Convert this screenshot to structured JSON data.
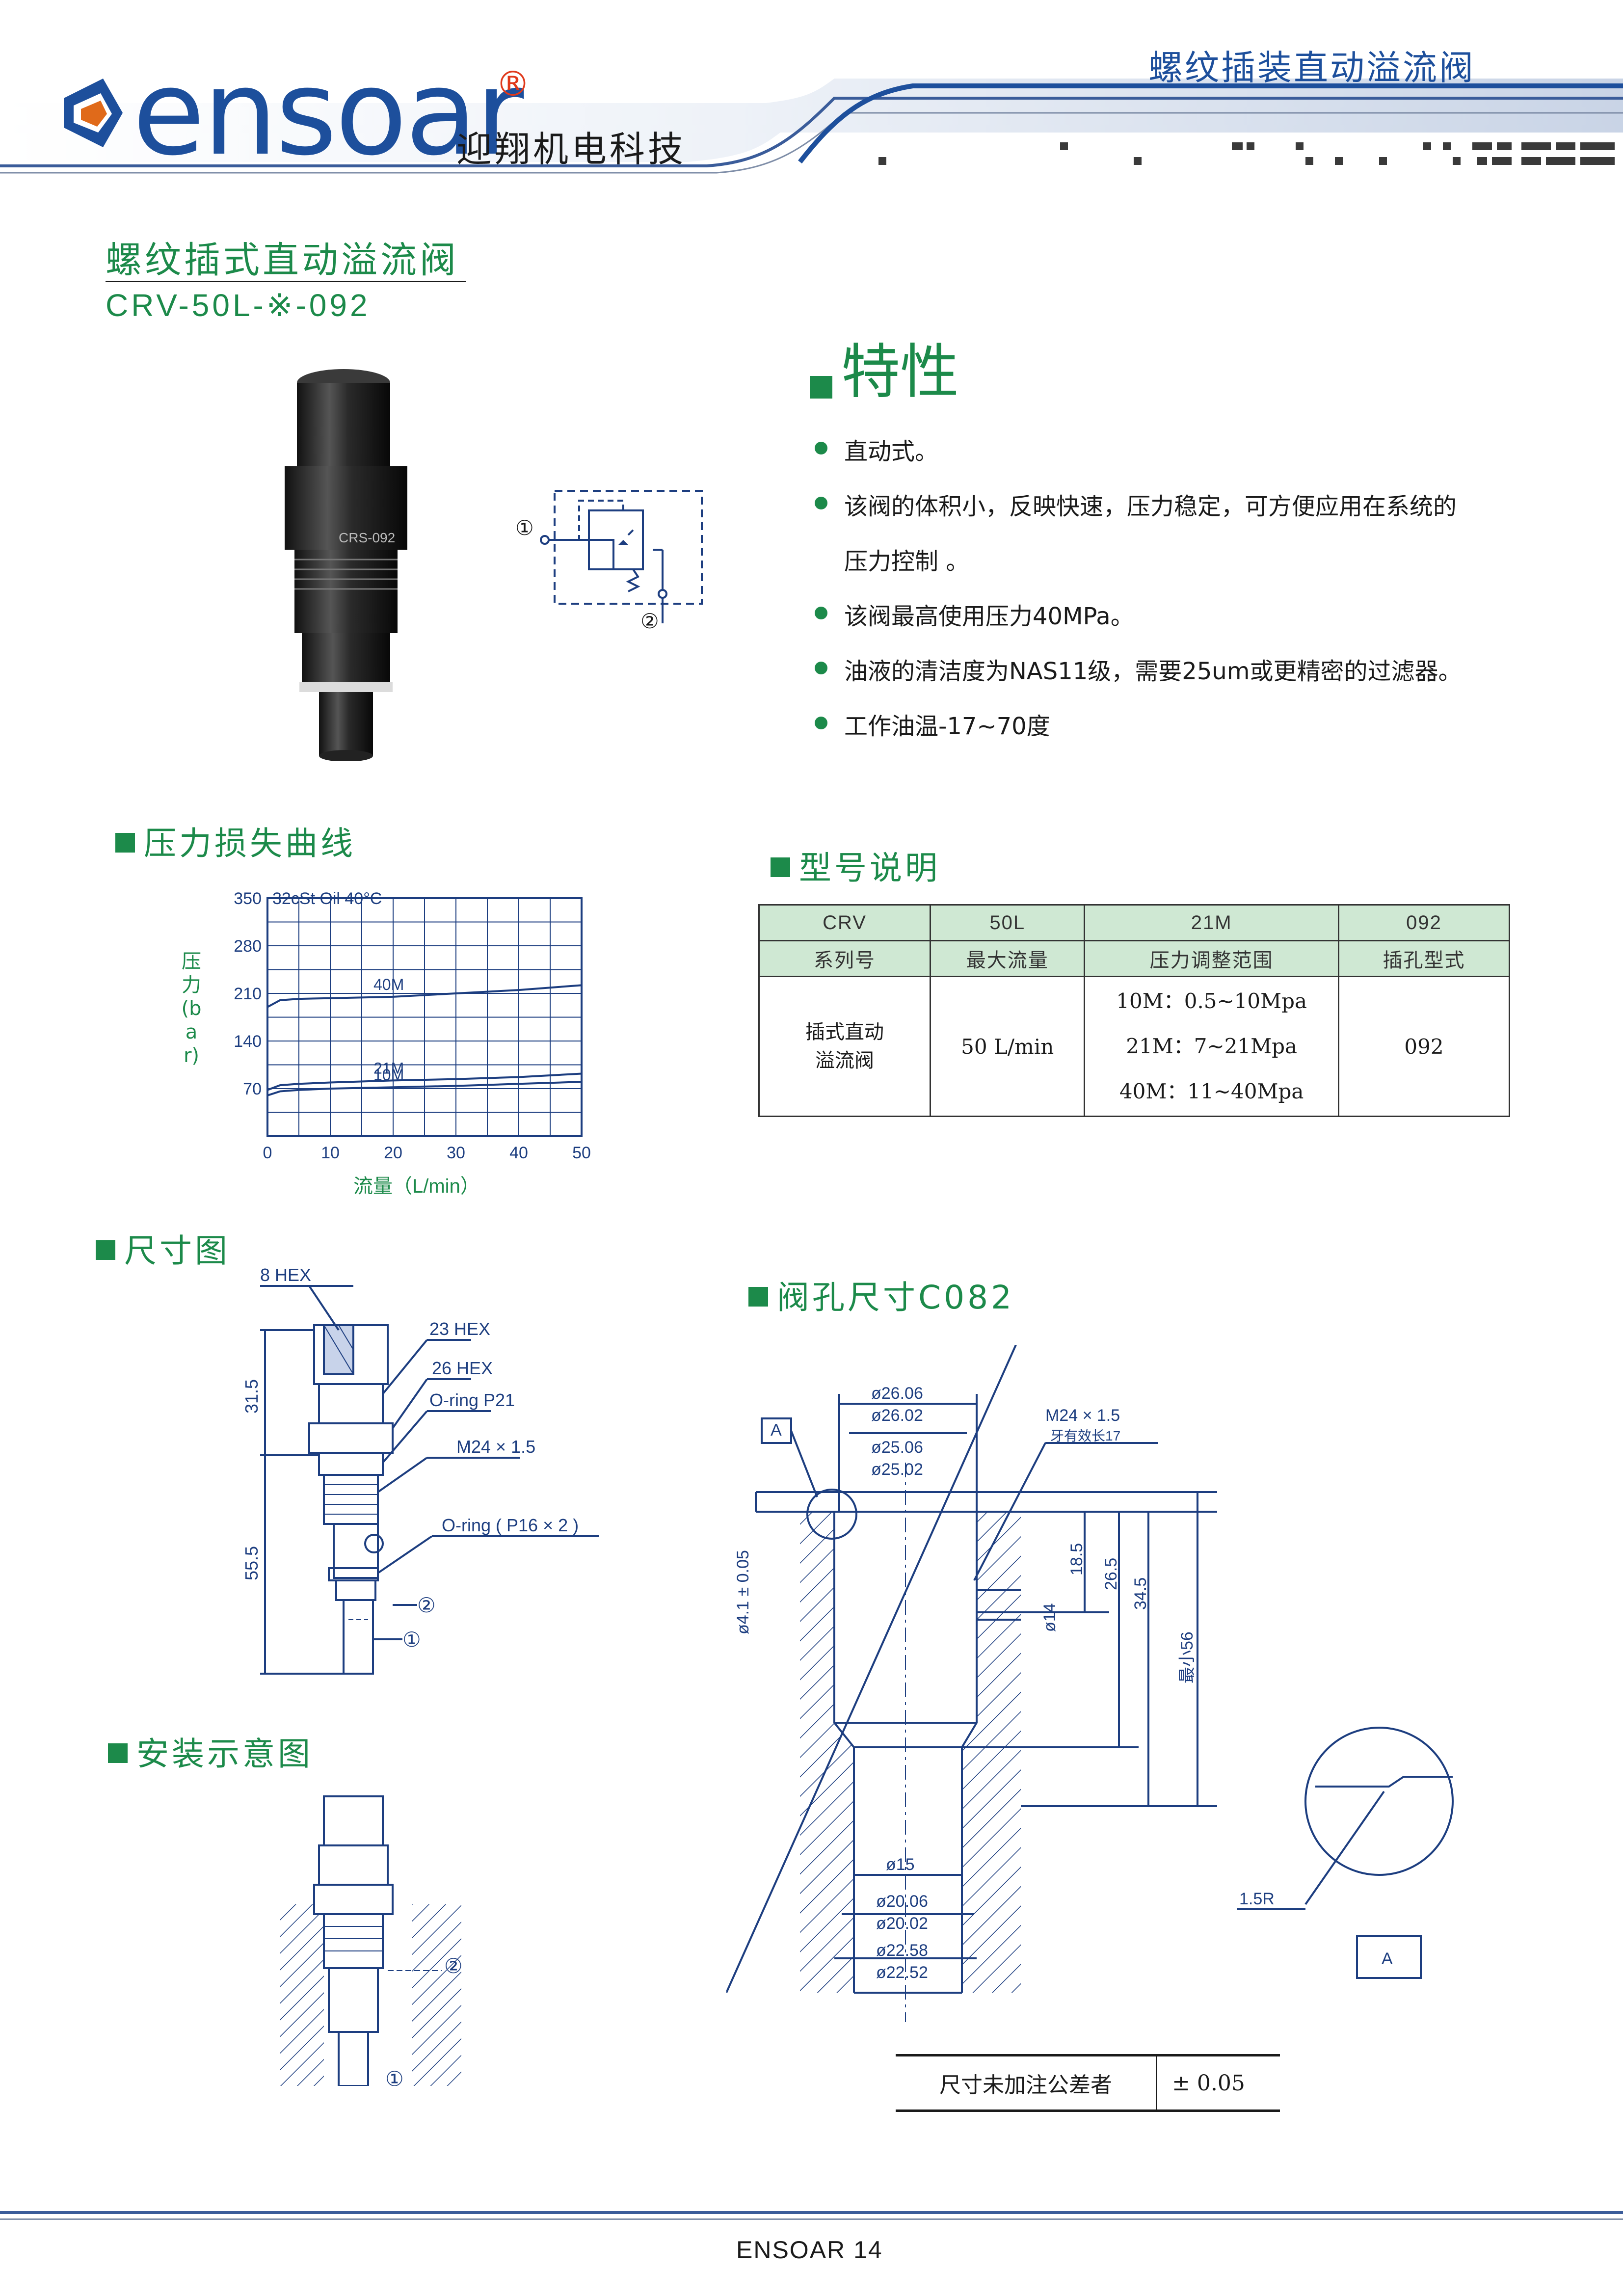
{
  "header": {
    "brand": "ensoar",
    "registered": "®",
    "company_cn": "迎翔机电科技",
    "series_title": "螺纹插装直动溢流阀"
  },
  "product": {
    "name": "螺纹插式直动溢流阀",
    "model": "CRV-50L-※-092"
  },
  "symbol": {
    "port1": "①",
    "port2": "②"
  },
  "features": {
    "title": "特性",
    "items": [
      "直动式。",
      "该阀的体积小，反映快速，压力稳定，可方便应用在系统的",
      "压力控制 。",
      "该阀最高使用压力40MPa。",
      "油液的清洁度为NAS11级，需要25um或更精密的过滤器。",
      "工作油温-17~70度"
    ]
  },
  "pressure_curve": {
    "title": "压力损失曲线"
  },
  "chart_data": {
    "type": "line",
    "title": "",
    "annotation": "32cSt Oil 40°C",
    "xlabel": "流量（L/min）",
    "ylabel": "压力(bar)",
    "xlim": [
      0,
      50
    ],
    "ylim": [
      0,
      350
    ],
    "xticks": [
      "0",
      "10",
      "20",
      "30",
      "40",
      "50"
    ],
    "yticks": [
      "350",
      "280",
      "210",
      "140",
      "70"
    ],
    "grid": true,
    "series": [
      {
        "name": "40M",
        "x": [
          0,
          2,
          5,
          10,
          20,
          30,
          40,
          50
        ],
        "y": [
          190,
          200,
          202,
          203,
          205,
          210,
          215,
          222
        ]
      },
      {
        "name": "21M",
        "x": [
          0,
          2,
          5,
          10,
          20,
          30,
          40,
          50
        ],
        "y": [
          68,
          75,
          77,
          79,
          82,
          84,
          87,
          92
        ]
      },
      {
        "name": "10M",
        "x": [
          0,
          2,
          5,
          10,
          20,
          30,
          40,
          50
        ],
        "y": [
          60,
          66,
          68,
          70,
          72,
          74,
          77,
          80
        ]
      }
    ]
  },
  "model_table": {
    "title": "型号说明",
    "codes": [
      "CRV",
      "50L",
      "21M",
      "092"
    ],
    "labels": [
      "系列号",
      "最大流量",
      "压力调整范围",
      "插孔型式"
    ],
    "values": {
      "type": "插式直动\n溢流阀",
      "flow": "50 L/min",
      "ranges": [
        "10M：0.5~10Mpa",
        "21M：7~21Mpa",
        "40M：11~40Mpa"
      ],
      "cavity": "092"
    }
  },
  "dimension": {
    "title": "尺寸图",
    "labels": {
      "hex8": "8 HEX",
      "hex23": "23 HEX",
      "hex26": "26 HEX",
      "oring21": "O-ring P21",
      "thread": "M24 × 1.5",
      "oring16": "O-ring ( P16 × 2 )",
      "d31": "31.5",
      "d55": "55.5",
      "p1": "①",
      "p2": "②"
    }
  },
  "install": {
    "title": "安装示意图",
    "p1": "①",
    "p2": "②"
  },
  "cavity": {
    "title": "阀孔尺寸C082",
    "labels": {
      "d2606": "ø26.06",
      "d2602": "ø26.02",
      "d2506": "ø25.06",
      "d2502": "ø25.02",
      "thread": "M24 × 1.5",
      "thread_note": "牙有效长17",
      "a": "A",
      "d41": "ø4.1 ± 0.05",
      "d14": "ø14",
      "h185": "18.5",
      "h265": "26.5",
      "h345": "34.5",
      "hmin56": "最小56",
      "d15": "ø15",
      "d2006": "ø20.06",
      "d2002": "ø20.02",
      "d2258": "ø22.58",
      "d2252": "ø22.52",
      "r15": "1.5R"
    }
  },
  "tolerance": {
    "label": "尺寸未加注公差者",
    "value": "± 0.05"
  },
  "footer": {
    "text": "ENSOAR 14"
  },
  "colors": {
    "accent_green": "#1c8a4a",
    "brand_blue": "#1d4f9c",
    "header_green_bg": "#cfe8d3"
  }
}
